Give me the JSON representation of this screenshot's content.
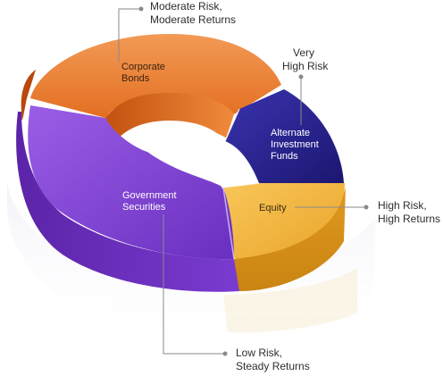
{
  "segments": [
    {
      "id": "corporate-bonds",
      "label_lines": [
        "Corporate",
        "Bonds"
      ],
      "color": "#e8762d"
    },
    {
      "id": "alternate-investment-funds",
      "label_lines": [
        "Alternate",
        "Investment",
        "Funds"
      ],
      "color": "#25208a"
    },
    {
      "id": "equity",
      "label_lines": [
        "Equity"
      ],
      "color": "#f0b23a"
    },
    {
      "id": "government-securities",
      "label_lines": [
        "Government",
        "Securities"
      ],
      "color": "#7b3fd0"
    }
  ],
  "annotations": {
    "corporate_bonds": [
      "Moderate Risk,",
      "Moderate Returns"
    ],
    "alternate_funds": [
      "Very",
      "High Risk"
    ],
    "equity": [
      "High Risk,",
      "High Returns"
    ],
    "government_securities": [
      "Low Risk,",
      "Steady Returns"
    ]
  }
}
